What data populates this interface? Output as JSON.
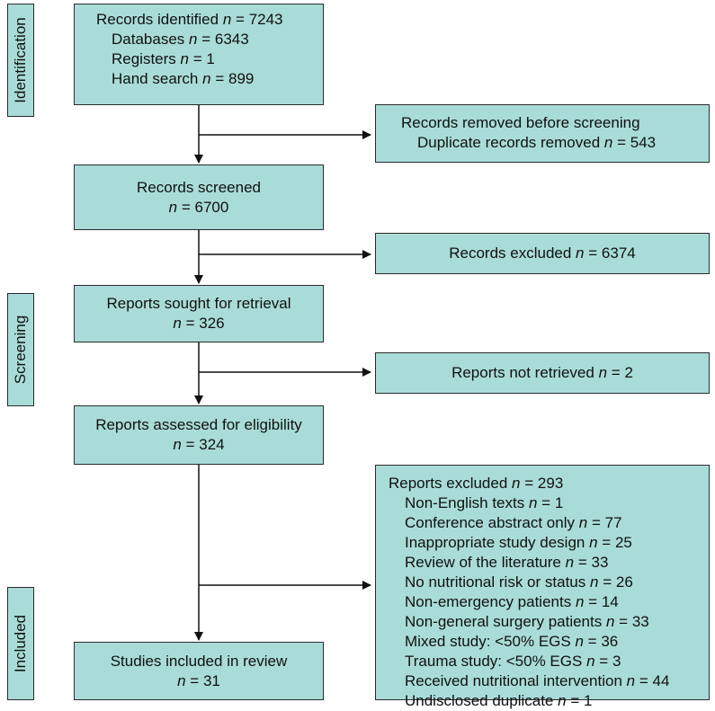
{
  "stages": {
    "identification": "Identification",
    "screening": "Screening",
    "included": "Included"
  },
  "identified": {
    "title": "Records identified",
    "title_n": "7243",
    "items": [
      {
        "label": "Databases",
        "n": "6343"
      },
      {
        "label": "Registers",
        "n": "1"
      },
      {
        "label": "Hand search",
        "n": "899"
      }
    ]
  },
  "removed": {
    "title": "Records removed before screening",
    "item_label": "Duplicate records removed",
    "item_n": "543"
  },
  "screened": {
    "title": "Records screened",
    "n": "6700"
  },
  "excluded": {
    "title": "Records excluded",
    "n": "6374"
  },
  "sought": {
    "title": "Reports sought for retrieval",
    "n": "326"
  },
  "not_retrieved": {
    "title": "Reports not retrieved",
    "n": "2"
  },
  "assessed": {
    "title": "Reports assessed for eligibility",
    "n": "324"
  },
  "reports_excluded": {
    "title": "Reports excluded",
    "title_n": "293",
    "items": [
      {
        "label": "Non-English texts",
        "n": "1"
      },
      {
        "label": "Conference abstract only",
        "n": "77"
      },
      {
        "label": "Inappropriate study design",
        "n": "25"
      },
      {
        "label": "Review of the literature",
        "n": "33"
      },
      {
        "label": "No nutritional risk or status",
        "n": "26"
      },
      {
        "label": "Non-emergency patients",
        "n": "14"
      },
      {
        "label": "Non-general surgery patients",
        "n": "33"
      },
      {
        "label": "Mixed study: <50% EGS",
        "n": "36"
      },
      {
        "label": "Trauma study: <50% EGS",
        "n": "3"
      },
      {
        "label": "Received nutritional intervention",
        "n": "44"
      },
      {
        "label": "Undisclosed duplicate",
        "n": "1"
      }
    ]
  },
  "included": {
    "title": "Studies included in review",
    "n": "31"
  },
  "n_symbol": "n",
  "eq": "="
}
